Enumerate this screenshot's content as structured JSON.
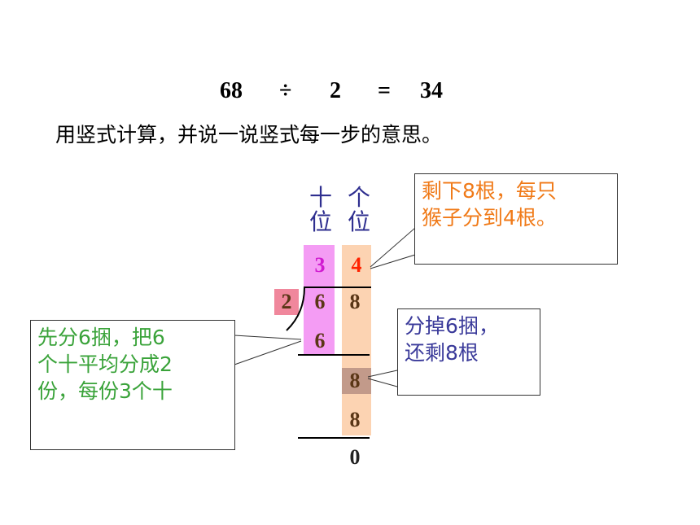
{
  "equation": {
    "dividend": "68",
    "op": "÷",
    "divisor": "2",
    "eq": "=",
    "quotient": "34"
  },
  "instruction": "用竖式计算，并说一说竖式每一步的意思。",
  "columns": {
    "tens": [
      "十",
      "位"
    ],
    "ones": [
      "个",
      "位"
    ]
  },
  "long_division": {
    "quotient_tens": "3",
    "quotient_ones": "4",
    "divisor": "2",
    "dividend_tens": "6",
    "dividend_ones": "8",
    "step1_product": "6",
    "step2_bring_down": "8",
    "step2_product": "8",
    "remainder": "0"
  },
  "callouts": {
    "top_right": [
      "剩下8根，每只",
      "猴子分到4根。"
    ],
    "left": [
      "先分6捆，把6",
      "个十平均分成2",
      "份，每份3个十"
    ],
    "right": [
      "分掉6捆，",
      "还剩8根"
    ]
  },
  "colors": {
    "callout_top_right": "#f07a18",
    "callout_left": "#3aa33a",
    "callout_right": "#3a3a9a",
    "quotient_tens": "#d01ad0",
    "quotient_ones": "#ff2200",
    "column_heads": "#2e2e8f"
  }
}
